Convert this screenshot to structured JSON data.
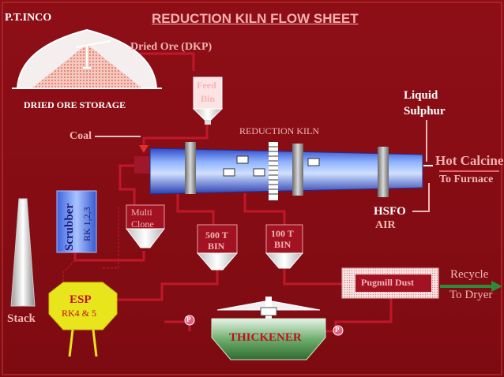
{
  "header": {
    "company": "P.T.INCO",
    "title": "REDUCTION KILN  FLOW SHEET"
  },
  "labels": {
    "dried_ore": "Dried Ore (DKP)",
    "dried_ore_storage": "DRIED  ORE STORAGE",
    "feed_bin_line1": "Feed",
    "feed_bin_line2": "Bin",
    "coal": "Coal",
    "reduction_kiln": "REDUCTION  KILN",
    "liquid_sulphur_line1": "Liquid",
    "liquid_sulphur_line2": "Sulphur",
    "hot_calcine": "Hot Calcine",
    "to_furnace": "To Furnace",
    "hsfo": "HSFO",
    "air": "AIR",
    "scrubber": "Scrubber",
    "scrubber_units": "RK 1,2,3",
    "multi_clone_line1": "Multi",
    "multi_clone_line2": "Clone",
    "bin_500_line1": "500 T",
    "bin_500_line2": "BIN",
    "bin_100_line1": "100 T",
    "bin_100_line2": "BIN",
    "pugmill_dust": "Pugmill Dust",
    "recycle": "Recycle",
    "to_dryer": "To Dryer",
    "esp": "ESP",
    "esp_units": "RK4 & 5",
    "stack": "Stack",
    "thickener": "THICKENER",
    "pump_left": "P",
    "pump_right": "P"
  },
  "colors": {
    "background": "#8b0d14",
    "title": "#ffffff",
    "label_pink": "#f2b6b6",
    "pipe": "#c0182a",
    "kiln": "#5f8ff0",
    "esp": "#e9e51c",
    "recycle_arrow": "#2e8b3a"
  }
}
